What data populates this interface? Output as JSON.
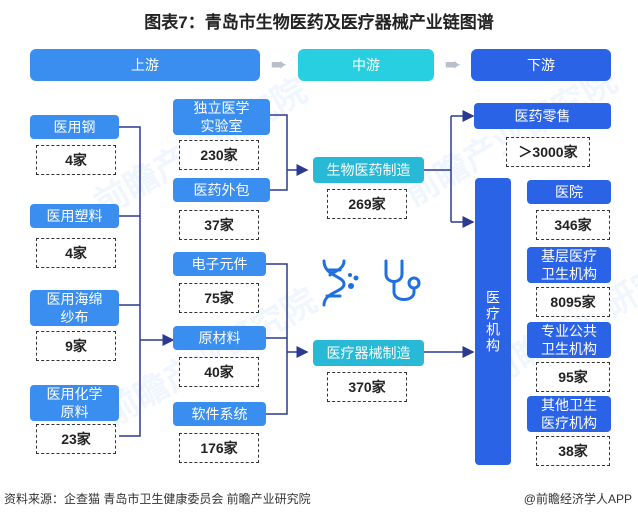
{
  "title": "图表7：青岛市生物医药及医疗器械产业链图谱",
  "stages": {
    "upstream": "上游",
    "midstream": "中游",
    "downstream": "下游"
  },
  "upstream_left": [
    {
      "label": "医用钢",
      "count": "4家"
    },
    {
      "label": "医用塑料",
      "count": "4家"
    },
    {
      "label": "医用海绵\n纱布",
      "count": "9家"
    },
    {
      "label": "医用化学\n原料",
      "count": "23家"
    }
  ],
  "upstream_right": [
    {
      "label": "独立医学\n实验室",
      "count": "230家"
    },
    {
      "label": "医药外包",
      "count": "37家"
    },
    {
      "label": "电子元件",
      "count": "75家"
    },
    {
      "label": "原材料",
      "count": "40家"
    },
    {
      "label": "软件系统",
      "count": "176家"
    }
  ],
  "midstream": [
    {
      "label": "生物医药制造",
      "count": "269家"
    },
    {
      "label": "医疗器械制造",
      "count": "370家"
    }
  ],
  "downstream": {
    "retail": {
      "label": "医药零售",
      "count": "＞3000家"
    },
    "medical_institutions": "医疗机构",
    "institutions": [
      {
        "label": "医院",
        "count": "346家"
      },
      {
        "label": "基层医疗\n卫生机构",
        "count": "8095家"
      },
      {
        "label": "专业公共\n卫生机构",
        "count": "95家"
      },
      {
        "label": "其他卫生\n医疗机构",
        "count": "38家"
      }
    ]
  },
  "footer": {
    "source": "资料来源：企查猫 青岛市卫生健康委员会 前瞻产业研究院",
    "brand": "@前瞻经济学人APP"
  },
  "watermark": "前瞻产业研究院",
  "colors": {
    "blue": "#3a8ef0",
    "teal": "#27b9d6",
    "navy": "#2b63e6",
    "arrow": "#2b3a8f",
    "icon": "#1f6fe0"
  }
}
